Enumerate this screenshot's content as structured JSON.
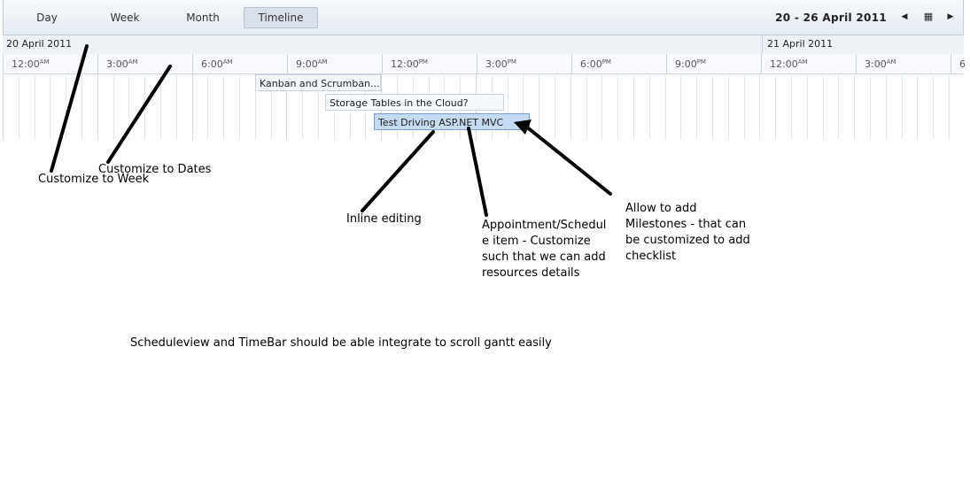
{
  "toolbar": {
    "views": [
      "Day",
      "Week",
      "Month",
      "Timeline"
    ],
    "active_view": "Timeline",
    "date_range": "20  - 26 April 2011",
    "prev_icon": "◀",
    "grid_icon": "▦",
    "next_icon": "▶"
  },
  "dates": [
    "20 April 2011",
    "21 April 2011"
  ],
  "hours": [
    {
      "t": "12:00",
      "s": "AM"
    },
    {
      "t": "3:00",
      "s": "AM"
    },
    {
      "t": "6:00",
      "s": "AM"
    },
    {
      "t": "9:00",
      "s": "AM"
    },
    {
      "t": "12:00",
      "s": "PM"
    },
    {
      "t": "3:00",
      "s": "PM"
    },
    {
      "t": "6:00",
      "s": "PM"
    },
    {
      "t": "9:00",
      "s": "PM"
    },
    {
      "t": "12:00",
      "s": "AM"
    },
    {
      "t": "3:00",
      "s": "AM"
    },
    {
      "t": "6",
      "s": ""
    }
  ],
  "appointments": [
    "Kanban and Scrumban...",
    "Storage Tables in the Cloud?",
    "Test Driving ASP.NET MVC"
  ],
  "annotations": {
    "week": "Customize to Week",
    "dates": "Customize to Dates",
    "inline": "Inline editing",
    "appt_lines": [
      "Appointment/Schedul",
      "e item - Customize",
      "such that we can add",
      "resources details"
    ],
    "milestone_lines": [
      "Allow to add",
      "Milestones - that can",
      "be customized to add",
      "checklist"
    ],
    "gantt": "Scheduleview and TimeBar should be able integrate to scroll gantt easily"
  }
}
